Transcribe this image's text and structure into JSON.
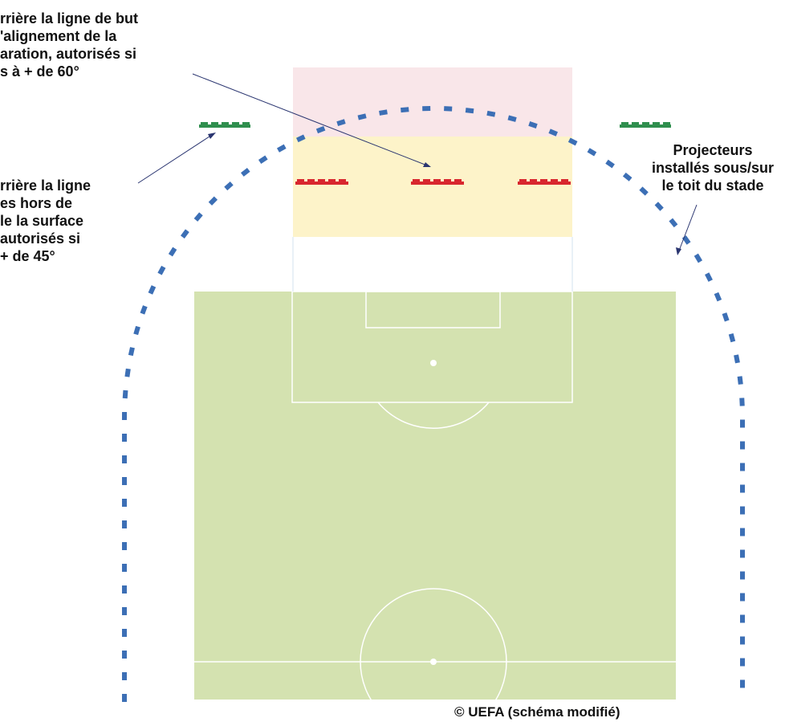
{
  "annotations": {
    "behind_goal_line": {
      "lines": [
        "rrière la ligne de but",
        "'alignement de la",
        "aration, autorisés si",
        "s à + de 60°"
      ]
    },
    "behind_line_outside_area": {
      "lines": [
        "rrière la ligne",
        "es hors de",
        "le la surface",
        "autorisés si",
        "+ de 45°"
      ]
    },
    "roof_floodlights": {
      "lines": [
        "Projecteurs",
        "installés sous/sur",
        "le toit du stade"
      ]
    }
  },
  "credit": "© UEFA (schéma modifié)",
  "colors": {
    "pitch": "#d4e2b0",
    "zone_pink": "#f9e6e9",
    "zone_yellow": "#fdf3c9",
    "floodlight_roof": "#3c6fb5",
    "floodlight_green": "#2f8f4e",
    "floodlight_red": "#d8262e",
    "pointer": "#2a3570"
  }
}
